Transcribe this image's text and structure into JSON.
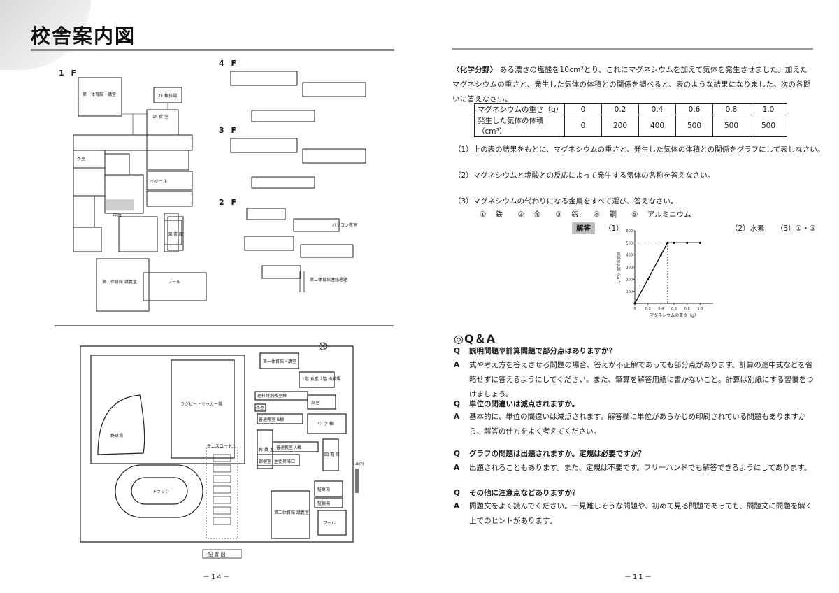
{
  "left_page": {
    "title": "校舎案内図",
    "floors": {
      "f1": "1 F",
      "f2": "2 F",
      "f3": "3 F",
      "f4": "4 F"
    },
    "labels_1f": {
      "gym1": "第一体育館・講堂",
      "gym2": "第二体育館 講義室",
      "pool": "プール",
      "library": "図 書 館",
      "cafeteria": "1F 食 堂",
      "budokan": "2F 格技場",
      "chashitsu": "茶室",
      "hall": "小ホール",
      "naka": "中庭"
    },
    "labels_2f": {
      "passage": "第二体育館連絡通路",
      "pc": "パソコン教室"
    },
    "site_labels": {
      "gym1": "第一体育館・講堂",
      "cafeteria": "1階 食堂 2階 格技場",
      "science": "理科特別教室棟",
      "chashitsu": "茶室",
      "club": "部室",
      "bldg_b": "普通教室 B棟",
      "jhs": "中 学 棟",
      "staff": "教 員 室",
      "bldg_a": "普通教室 A棟",
      "library": "図 書 館",
      "health": "保健室",
      "counsel": "生徒昇降口",
      "parking1": "駐車場",
      "parking2": "駐輪場",
      "gym2": "第二体育館 講義室",
      "pool": "プール",
      "rugby": "ラグビー・サッカー場",
      "baseball": "野球場",
      "track": "トラック",
      "tennis": "テニスコート",
      "gate": "正門",
      "caption": "配 置 図"
    },
    "page_number": "－14－"
  },
  "right_page": {
    "lead_tag": "〈化学分野〉",
    "lead_text": "ある濃さの塩酸を10cm³とり、これにマグネシウムを加えて気体を発生させました。加えたマグネシウムの重さと、発生した気体の体積との関係を調べると、表のような結果になりました。次の各問いに答えなさい。",
    "table": {
      "row1_label": "マグネシウムの重さ（g）",
      "row1": [
        "0",
        "0.2",
        "0.4",
        "0.6",
        "0.8",
        "1.0"
      ],
      "row2_label": "発生した気体の体積（cm³）",
      "row2": [
        "0",
        "200",
        "400",
        "500",
        "500",
        "500"
      ]
    },
    "q1": "（1）上の表の結果をもとに、マグネシウムの重さと、発生した気体の体積との関係をグラフにして表しなさい。",
    "q2": "（2）マグネシウムと塩酸との反応によって発生する気体の名称を答えなさい。",
    "q3": "（3）マグネシウムの代わりになる金属をすべて選び、答えなさい。",
    "choices": "① 鉄　　② 金　　③ 銀　　④ 銅　　⑤ アルミニウム",
    "answer_badge": "解答",
    "answer_1": "（1）",
    "answer_2": "（2）水素",
    "answer_3": "（3）①・⑤",
    "chart_data": {
      "type": "line",
      "x": [
        0,
        0.2,
        0.4,
        0.5,
        0.6,
        0.8,
        1.0
      ],
      "y": [
        0,
        200,
        400,
        500,
        500,
        500,
        500
      ],
      "xlabel": "マグネシウムの重さ（g）",
      "ylabel": "気体の体積（cm³）",
      "xlim": [
        0,
        1.2
      ],
      "ylim": [
        0,
        600
      ],
      "xticks": [
        "0",
        "0.2",
        "0.4",
        "0.6",
        "0.8",
        "1.0"
      ],
      "yticks": [
        "100",
        "200",
        "300",
        "400",
        "500",
        "600"
      ],
      "x_tick_values": [
        0,
        0.2,
        0.4,
        0.6,
        0.8,
        1.0
      ],
      "y_tick_values": [
        100,
        200,
        300,
        400,
        500,
        600
      ],
      "guide": {
        "x": 0.5,
        "y": 500
      }
    },
    "qa_heading": "◎Q＆A",
    "qa": [
      {
        "q": "説明問題や計算問題で部分点はありますか？",
        "a": "式や考え方を答えさせる問題の場合、答えが不正解であっても部分点があります。計算の途中式などを省略せずに答えるようにしてください。また、筆算を解答用紙に書かないこと。計算は別紙にする習慣をつけましょう。"
      },
      {
        "q": "単位の間違いは減点されますか。",
        "a": "基本的に、単位の間違いは減点されます。解答欄に単位があらかじめ印刷されている問題もありますから、解答の仕方をよく考えてください。"
      },
      {
        "q": "グラフの問題は出題されますか。定規は必要ですか？",
        "a": "出題されることもあります。また、定規は不要です。フリーハンドでも解答できるようにしてあります。"
      },
      {
        "q": "その他に注意点などありますか？",
        "a": "問題文をよく読んでください。一見難しそうな問題や、初めて見る問題であっても、問題文に問題を解く上でのヒントがあります。"
      }
    ],
    "qa_q_marker": "Q",
    "qa_a_marker": "A",
    "page_number": "－11－"
  }
}
